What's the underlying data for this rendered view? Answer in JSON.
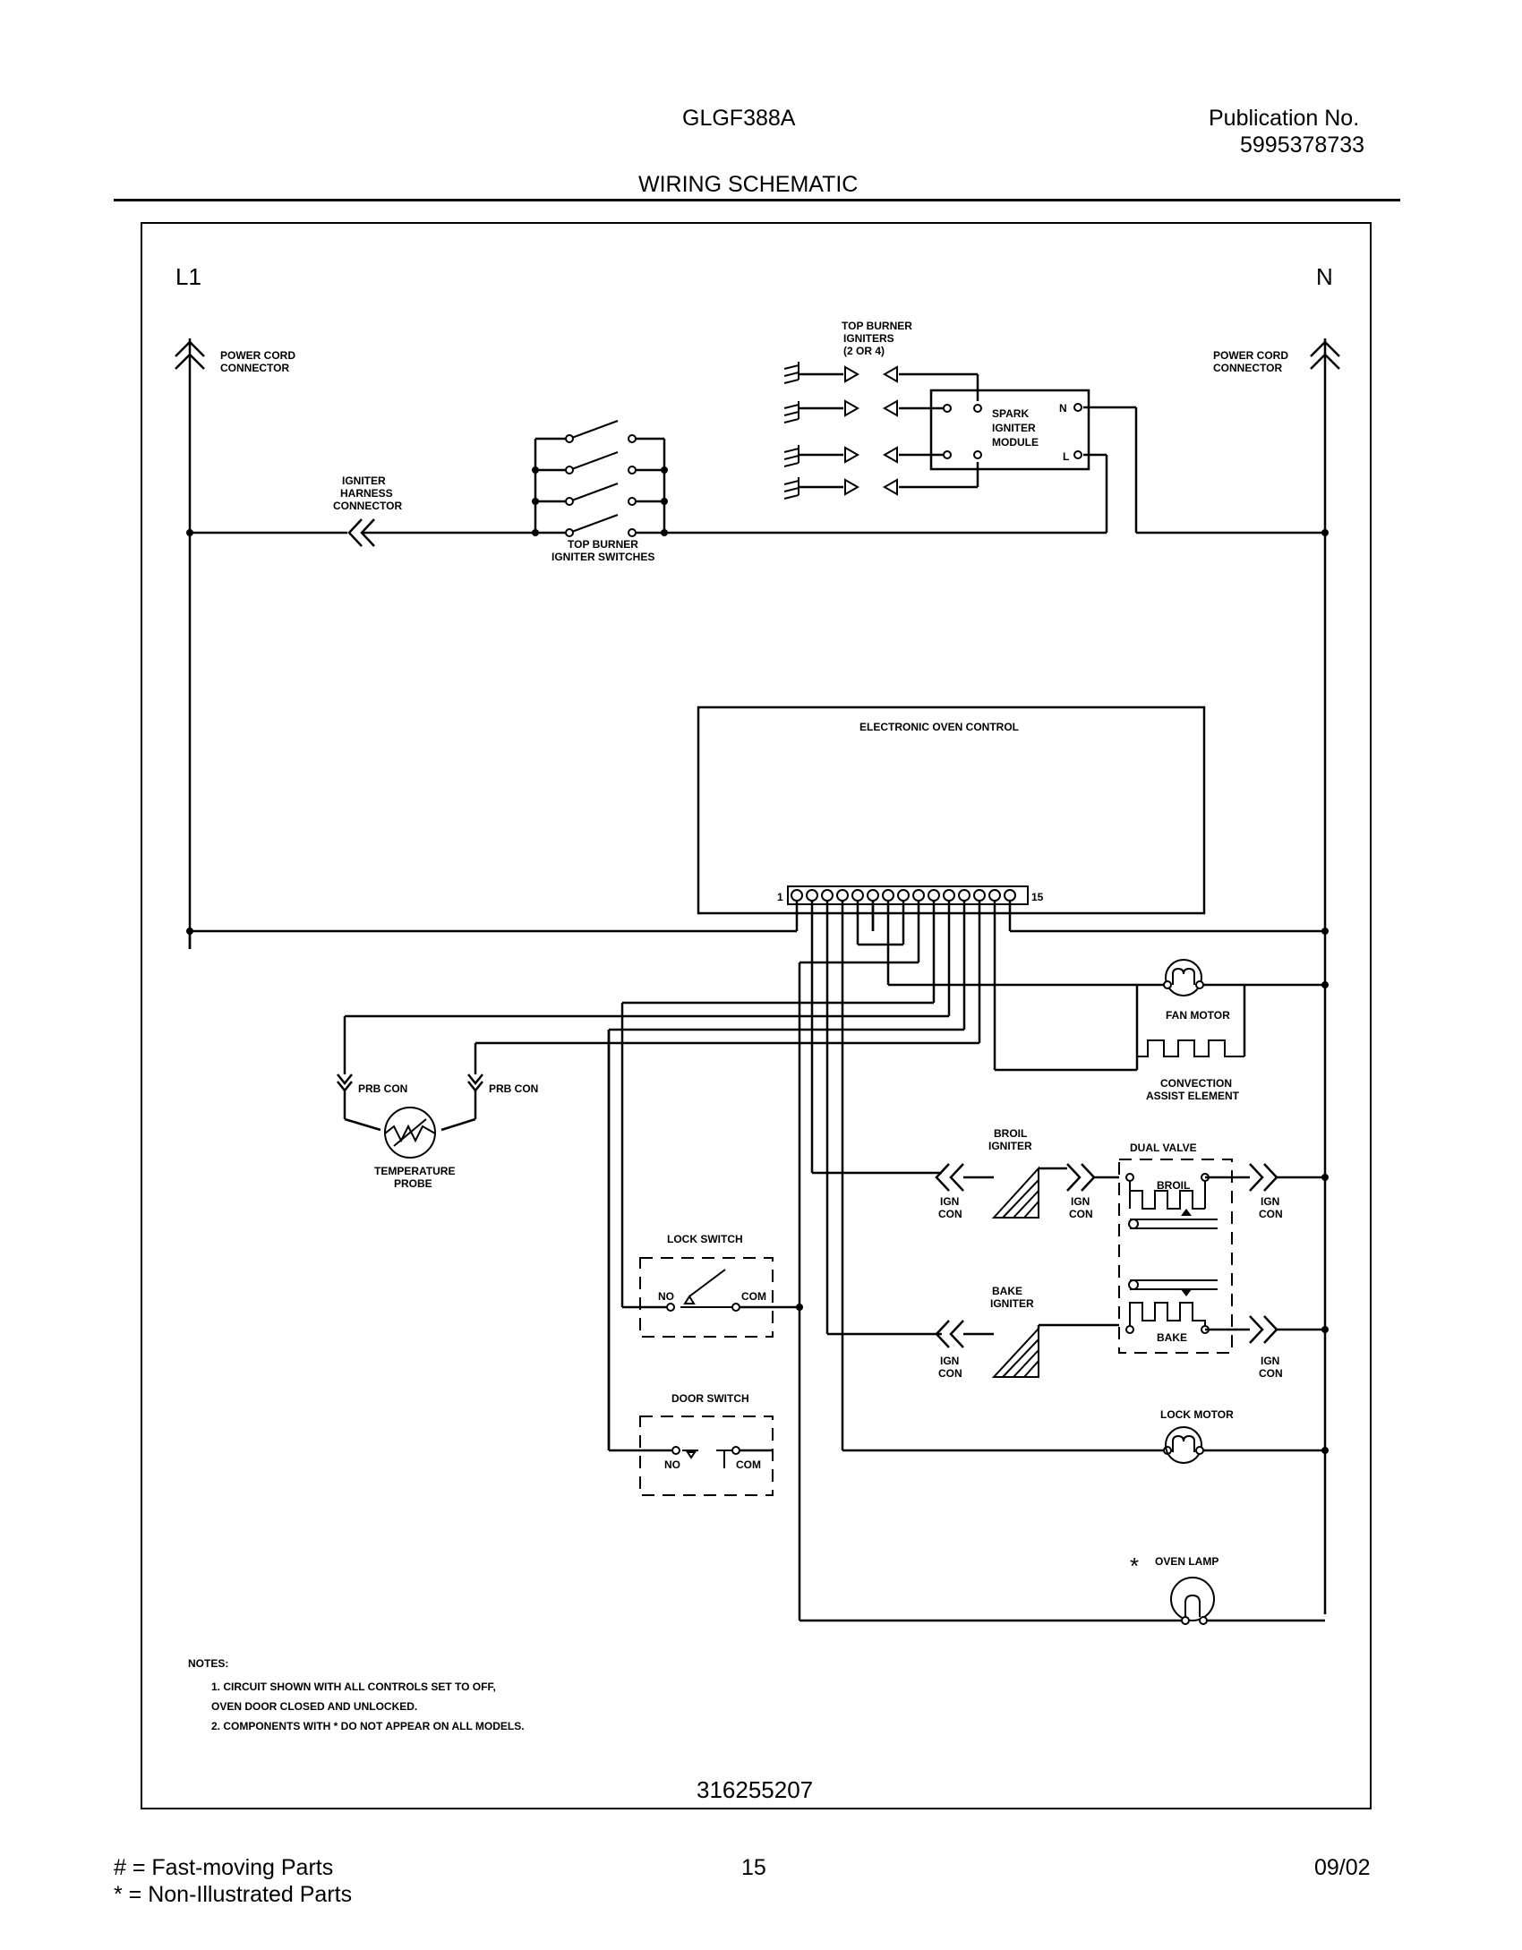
{
  "header": {
    "model": "GLGF388A",
    "publication_label": "Publication No.",
    "publication_number": "5995378733",
    "title": "WIRING SCHEMATIC"
  },
  "schematic": {
    "l1": "L1",
    "n": "N",
    "power_cord_left": [
      "POWER CORD",
      "CONNECTOR"
    ],
    "power_cord_right": [
      "POWER CORD",
      "CONNECTOR"
    ],
    "igniter_harness": [
      "IGNITER",
      "HARNESS",
      "CONNECTOR"
    ],
    "top_burner_switches": [
      "TOP BURNER",
      "IGNITER SWITCHES"
    ],
    "top_burner_igniters": [
      "TOP BURNER",
      "IGNITERS",
      "(2 OR 4)"
    ],
    "spark_module": [
      "SPARK",
      "IGNITER",
      "MODULE"
    ],
    "spark_n": "N",
    "spark_l": "L",
    "oven_control": "ELECTRONIC OVEN CONTROL",
    "pin_first": "1",
    "pin_last": "15",
    "fan_motor": "FAN MOTOR",
    "convection": [
      "CONVECTION",
      "ASSIST ELEMENT"
    ],
    "probe_con_left": "PRB CON",
    "probe_con_right": "PRB CON",
    "temperature_probe": [
      "TEMPERATURE",
      "PROBE"
    ],
    "broil_igniter": [
      "BROIL",
      "IGNITER"
    ],
    "bake_igniter": [
      "BAKE",
      "IGNITER"
    ],
    "dual_valve": "DUAL VALVE",
    "broil": "BROIL",
    "bake": "BAKE",
    "ign_con": [
      "IGN",
      "CON"
    ],
    "lock_switch": "LOCK SWITCH",
    "lock_no": "NO",
    "lock_com": "COM",
    "door_switch": "DOOR SWITCH",
    "door_no": "NO",
    "door_com": "COM",
    "lock_motor": "LOCK MOTOR",
    "oven_lamp": "OVEN LAMP",
    "oven_lamp_mark": "*",
    "notes": [
      "NOTES:",
      "1.  CIRCUIT SHOWN WITH ALL CONTROLS SET TO OFF,",
      "     OVEN DOOR CLOSED AND UNLOCKED.",
      "2.  COMPONENTS WITH  *  DO NOT APPEAR ON ALL MODELS."
    ],
    "drawing_number": "316255207"
  },
  "footer": {
    "fast_moving": "#  =  Fast-moving Parts",
    "non_illustrated": "*   =  Non-Illustrated Parts",
    "page_number": "15",
    "date": "09/02"
  }
}
